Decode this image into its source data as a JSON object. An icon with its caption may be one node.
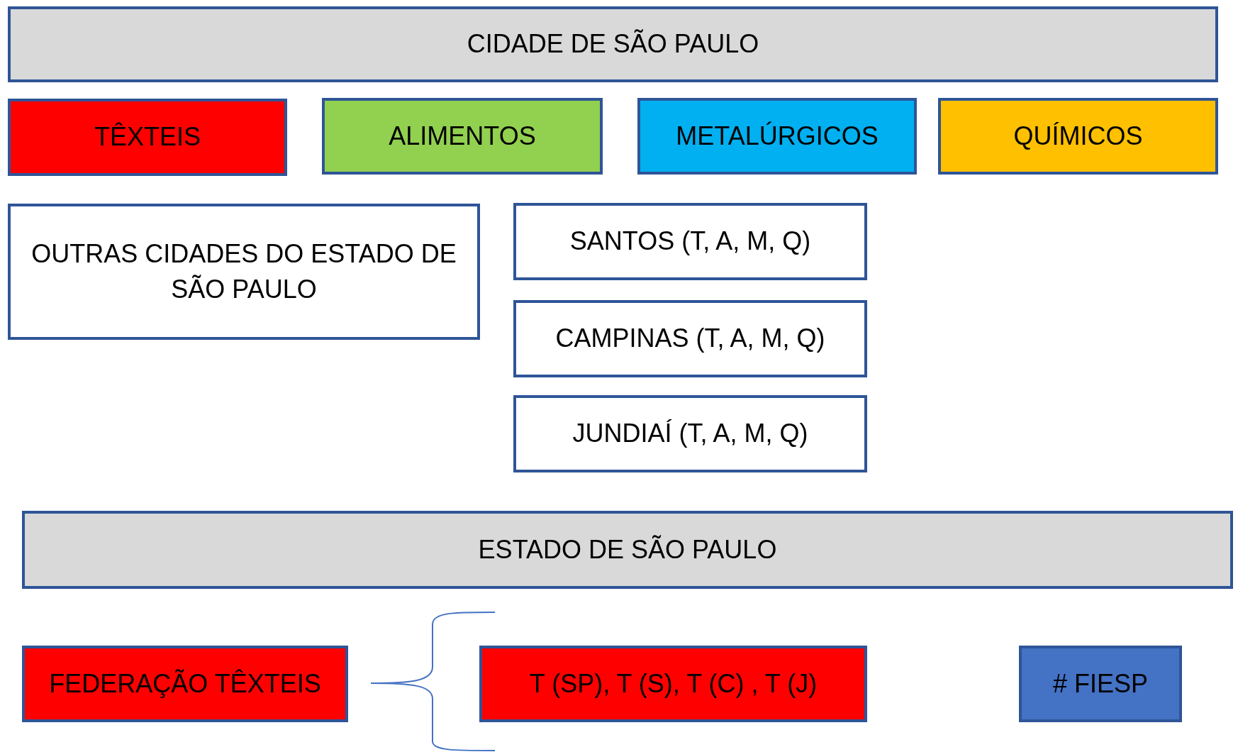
{
  "diagram": {
    "nodes": [
      {
        "text": [
          "CIDADE DE SÃO PAULO"
        ]
      },
      {
        "text": [
          "TÊXTEIS"
        ]
      },
      {
        "text": [
          "ALIMENTOS"
        ]
      },
      {
        "text": [
          "METALÚRGICOS"
        ]
      },
      {
        "text": [
          "QUÍMICOS"
        ]
      },
      {
        "text": [
          "OUTRAS CIDADES DO ESTADO DE SÃO PAULO"
        ]
      },
      {
        "text": [
          "SANTOS (T, A, M, Q)"
        ]
      },
      {
        "text": [
          "CAMPINAS (T, A, M, Q)"
        ]
      },
      {
        "text": [
          "JUNDIAÍ (T, A, M, Q)"
        ]
      },
      {
        "text": [
          "ESTADO DE SÃO PAULO"
        ]
      },
      {
        "text": [
          "FEDERAÇÃO TÊXTEIS"
        ]
      },
      {
        "text": [
          "T (SP), T (S), T (C) , T (J)"
        ]
      },
      {
        "text": [
          "# FIESP"
        ]
      }
    ]
  }
}
